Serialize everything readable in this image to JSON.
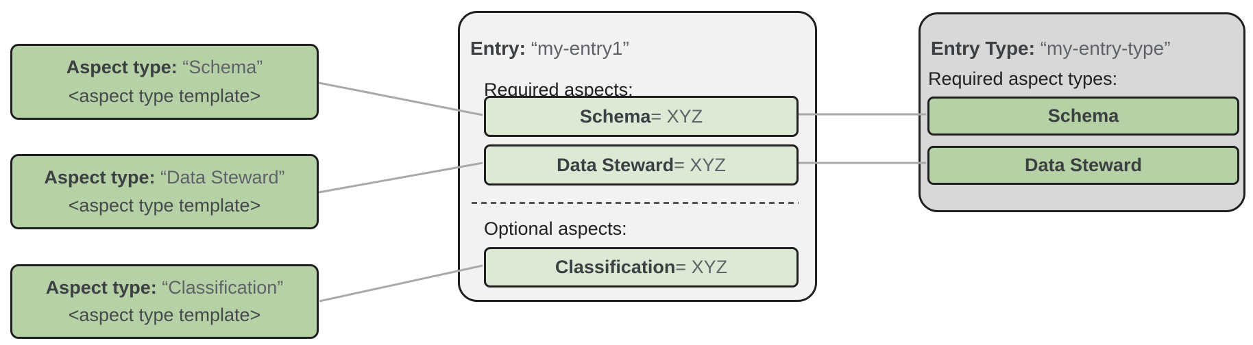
{
  "diagram": {
    "aspect_types": [
      {
        "title_label": "Aspect type:",
        "title_value": "“Schema”",
        "subtitle": "<aspect type template>"
      },
      {
        "title_label": "Aspect type:",
        "title_value": "“Data Steward”",
        "subtitle": "<aspect type template>"
      },
      {
        "title_label": "Aspect type:",
        "title_value": "“Classification”",
        "subtitle": "<aspect type template>"
      }
    ],
    "entry": {
      "title_label": "Entry:",
      "title_value": "“my-entry1”",
      "required_section_label": "Required aspects:",
      "required_aspects": [
        {
          "name": "Schema",
          "value_suffix": " = XYZ"
        },
        {
          "name": "Data Steward",
          "value_suffix": " = XYZ"
        }
      ],
      "optional_section_label": "Optional aspects:",
      "optional_aspects": [
        {
          "name": "Classification",
          "value_suffix": " = XYZ"
        }
      ]
    },
    "entry_type": {
      "title_label": "Entry Type:",
      "title_value": "“my-entry-type”",
      "required_section_label": "Required aspect types:",
      "required_aspect_types": [
        {
          "name": "Schema"
        },
        {
          "name": "Data Steward"
        }
      ]
    },
    "colors": {
      "aspect_green": "#b7d1a7",
      "light_green": "#dde9d5",
      "entry_bg": "#f2f2f2",
      "entry_type_bg": "#d8d8d8",
      "border": "#1f1f1f",
      "connector": "#a9a9a9",
      "dash": "#555555",
      "text_dark": "#3c4043",
      "text_gray": "#5f6368",
      "text_black": "#202124"
    }
  }
}
